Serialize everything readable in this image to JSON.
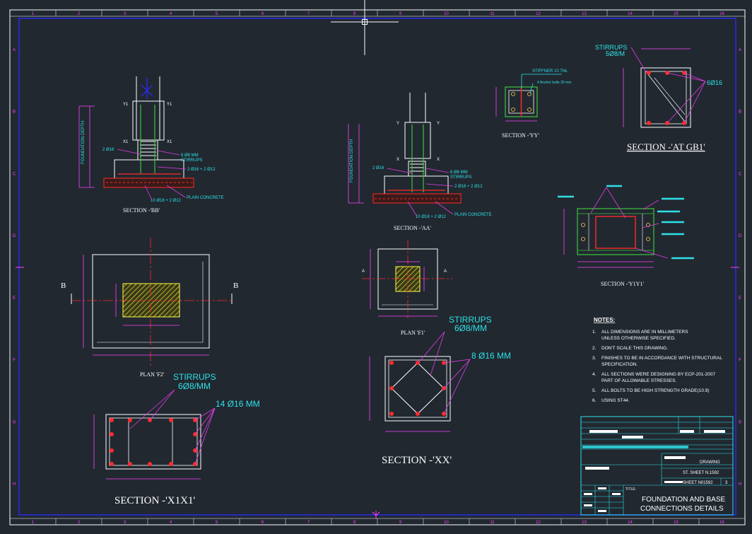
{
  "colors": {
    "background": "#212830",
    "frame": "#ffffff",
    "border": "#2a2ae0",
    "rebar": "#ff2a2a",
    "leader": "#e63ce6",
    "dimension": "#ff40ff",
    "label": "#2fe0e6",
    "concrete": "#ffff40",
    "steel": "#3cc43c"
  },
  "frame": {
    "col_numbers": [
      "1",
      "2",
      "3",
      "4",
      "5",
      "6",
      "7",
      "8",
      "9",
      "10",
      "11",
      "12",
      "13",
      "14",
      "15",
      "16"
    ],
    "row_letters": [
      "A",
      "B",
      "C",
      "D",
      "E",
      "F",
      "G",
      "H"
    ]
  },
  "section_bb": {
    "title": "SECTION -'BB'",
    "depth_label": "FOUNDATION DEPTH",
    "callouts": [
      "2 Ø16",
      "6 Ø8 MM",
      "STIRRUPS",
      "2 Ø16 + 2 Ø12",
      "PLAIN CONCRETE",
      "10 Ø18 + 2 Ø12"
    ],
    "markers": [
      "Y1",
      "Y1",
      "X1",
      "X1"
    ]
  },
  "section_aa": {
    "title": "SECTION -'AA'",
    "depth_label": "FOUNDATION DEPTH",
    "callouts": [
      "2 Ø16",
      "6 Ø8 MM",
      "STIRRUPS",
      "2 Ø16 + 2 Ø12",
      "PLAIN CONCRETE",
      "10 Ø18 + 2 Ø12"
    ],
    "markers": [
      "Y",
      "Y",
      "X",
      "X"
    ]
  },
  "section_yy": {
    "title": "SECTION -'YY'",
    "callouts": [
      "STIFFNER 10 Thk.",
      "4 Anchor bolts 25 mm"
    ]
  },
  "section_gb1": {
    "title": "SECTION -'AT GB1'",
    "stirrups_label": "STIRRUPS",
    "stirrups_value": "5Ø8/M",
    "bars_label": "6Ø16"
  },
  "section_y1y1": {
    "title": "SECTION -'Y1Y1'"
  },
  "plan_f2": {
    "title": "PLAN 'F2'",
    "cut_left": "B",
    "cut_right": "B"
  },
  "plan_f1": {
    "title": "PLAN 'F1'",
    "cut_left": "A",
    "cut_right": "A"
  },
  "section_xx": {
    "title": "SECTION -'XX'",
    "stirrups_label": "STIRRUPS",
    "stirrups_value": "6Ø8/MM",
    "bars_label": "8 Ø16 MM"
  },
  "section_x1x1": {
    "title": "SECTION -'X1X1'",
    "stirrups_label": "STIRRUPS",
    "stirrups_value": "6Ø8/MM",
    "bars_label": "14 Ø16 MM"
  },
  "notes": {
    "heading": "NOTES:",
    "items": [
      {
        "num": "1.",
        "lines": [
          "ALL DIMENSIONS ARE IN MILLIMETERS",
          "UNLESS OTHERWISE SPECIFIED."
        ]
      },
      {
        "num": "2.",
        "lines": [
          "DON'T SCALE THIS DRAWING."
        ]
      },
      {
        "num": "3.",
        "lines": [
          "FINISHES TO BE IN ACCORDANCE WITH STRUCTURAL",
          "SPECIFICATION."
        ]
      },
      {
        "num": "4.",
        "lines": [
          "ALL SECTIONS WERE DESIGNING BY ECP-201-2007",
          "PART OF ALLOWABLE STRESSES."
        ]
      },
      {
        "num": "5.",
        "lines": [
          "ALL BOLTS TO BE HIGH STRENGTH GRADE(10.9)"
        ]
      },
      {
        "num": "6.",
        "lines": [
          "USING ST44."
        ]
      }
    ]
  },
  "title_block": {
    "drawing_label": "DRAWING",
    "sheet_ref": "ST. SHEET N.1592",
    "sheet_no": "SHEET N01592",
    "sheet_count": "3",
    "title_label": "TITLE:",
    "title_line1": "FOUNDATION AND BASE",
    "title_line2": "CONNECTIONS DETAILS"
  }
}
